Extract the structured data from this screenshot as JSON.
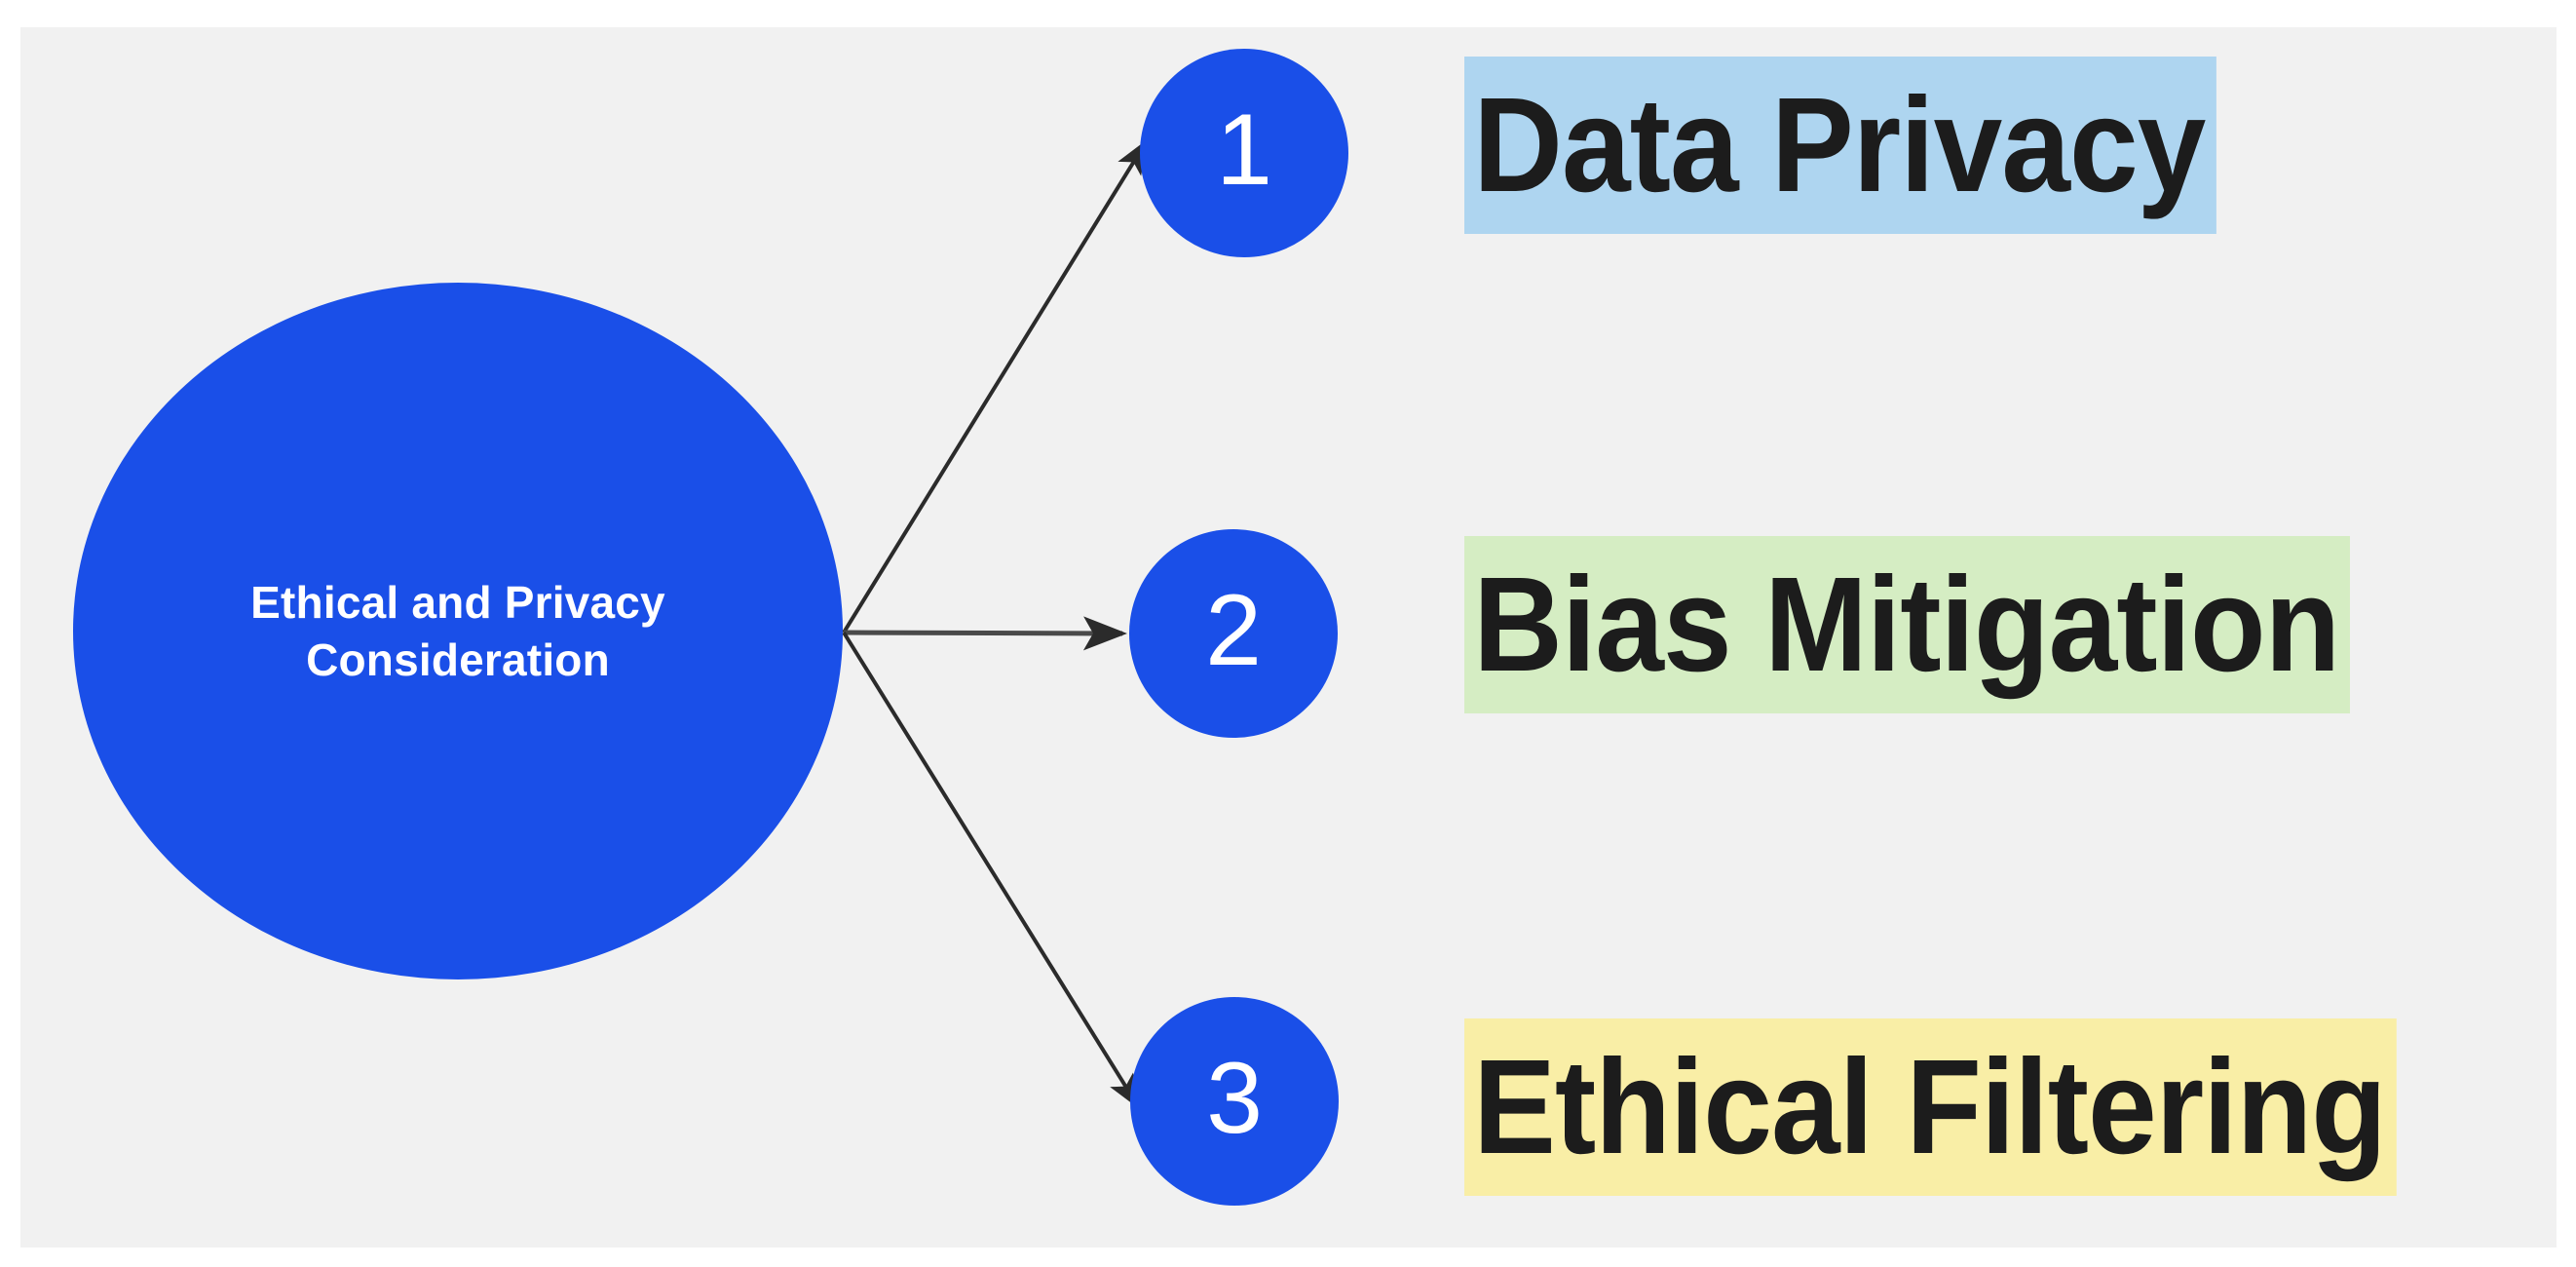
{
  "diagram": {
    "title": "Ethical and Privacy Consideration",
    "background_color": "#f1f1f1",
    "page_color": "#ffffff",
    "node_color": "#1a4fe8",
    "connector_color": "#2b2b2b",
    "central_node": {
      "label": "Ethical and Privacy\nConsideration",
      "text_color": "#ffffff"
    },
    "steps": [
      {
        "number": "1",
        "label": "Data Privacy",
        "highlight_color": "#aed5f0",
        "text_color": "#1c1c1c"
      },
      {
        "number": "2",
        "label": "Bias Mitigation",
        "highlight_color": "#d5edc3",
        "text_color": "#1c1c1c"
      },
      {
        "number": "3",
        "label": "Ethical Filtering",
        "highlight_color": "#f9eea6",
        "text_color": "#1c1c1c"
      }
    ]
  }
}
